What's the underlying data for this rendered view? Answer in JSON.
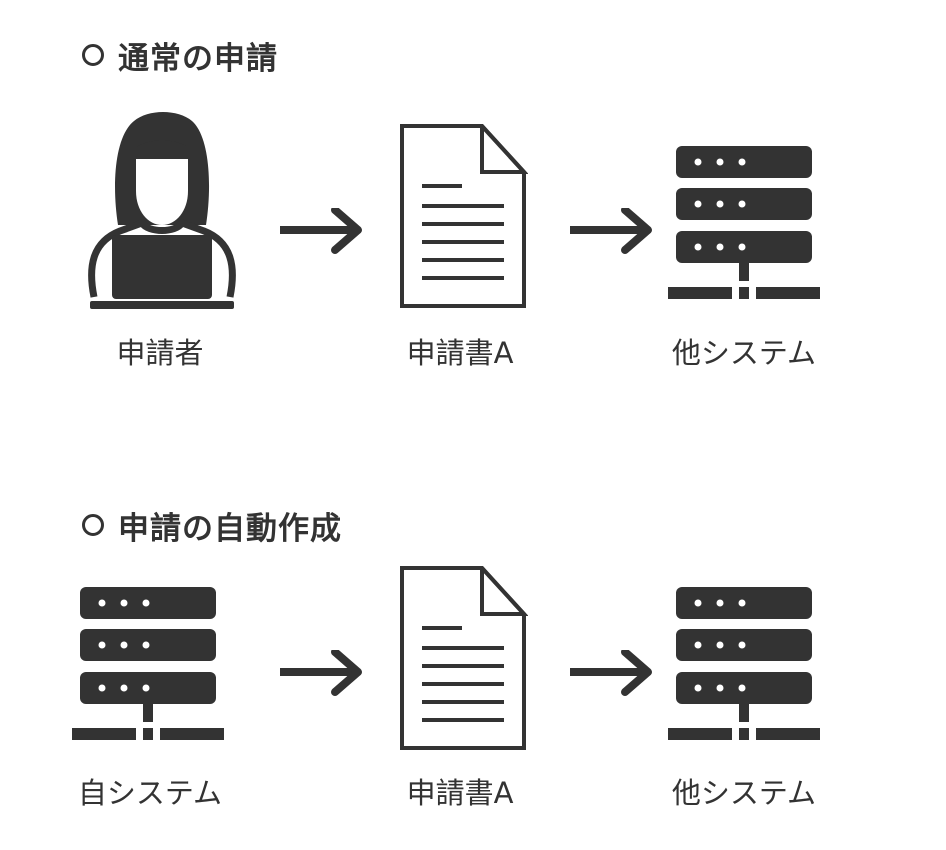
{
  "section1": {
    "title": "通常の申請",
    "steps": [
      {
        "label": "申請者",
        "icon": "person-laptop-icon"
      },
      {
        "label": "申請書A",
        "icon": "document-icon"
      },
      {
        "label": "他システム",
        "icon": "server-icon"
      }
    ]
  },
  "section2": {
    "title": "申請の自動作成",
    "steps": [
      {
        "label": "自システム",
        "icon": "server-icon"
      },
      {
        "label": "申請書A",
        "icon": "document-icon"
      },
      {
        "label": "他システム",
        "icon": "server-icon"
      }
    ]
  },
  "colors": {
    "ink": "#333333",
    "background": "#ffffff"
  }
}
